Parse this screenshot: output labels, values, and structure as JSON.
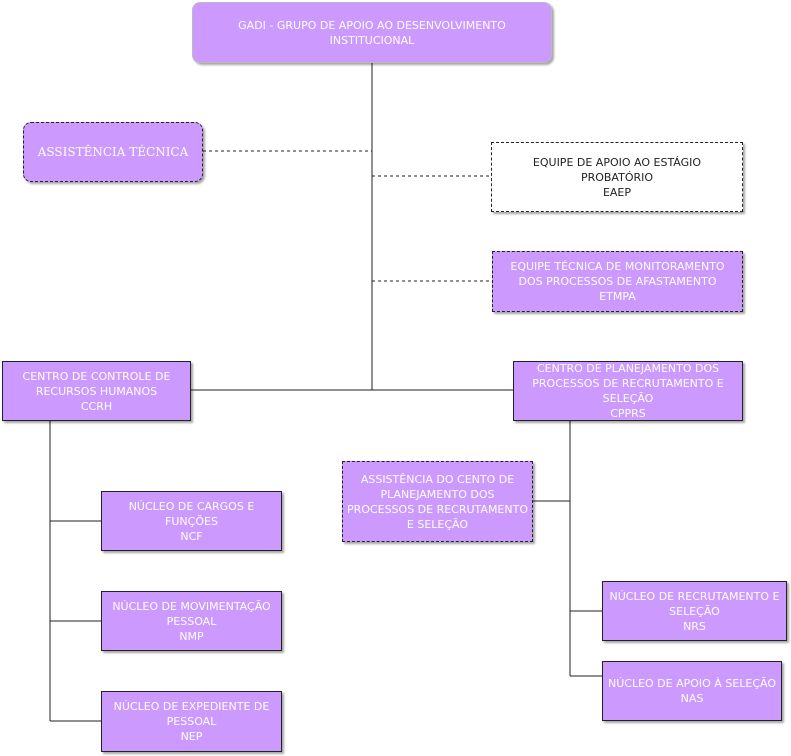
{
  "diagram": {
    "colors": {
      "box_fill": "#cc99ff",
      "box_text": "#ffffff",
      "line": "#222222"
    },
    "nodes": {
      "gadi": "GADI - GRUPO DE APOIO AO DESENVOLVIMENTO\nINSTITUCIONAL",
      "assistencia_tecnica": "ASSISTÊNCIA TÉCNICA",
      "eaep": "EQUIPE DE APOIO AO ESTÁGIO\nPROBATÓRIO\nEAEP",
      "etmpa": "EQUIPE TÉCNICA DE MONITORAMENTO\nDOS PROCESSOS DE AFASTAMENTO\nETMPA",
      "ccrh": "CENTRO DE CONTROLE DE\nRECURSOS HUMANOS\nCCRH",
      "cpprs": "CENTRO DE PLANEJAMENTO DOS\nPROCESSOS DE RECRUTAMENTO E\nSELEÇÃO\nCPPRS",
      "assistencia_cpprs": "ASSISTÊNCIA DO CENTO DE\nPLANEJAMENTO DOS\nPROCESSOS DE RECRUTAMENTO\nE SELEÇÃO",
      "ncf": "NÚCLEO DE CARGOS E\nFUNÇÕES\nNCF",
      "nmp": "NÚCLEO DE MOVIMENTAÇÃO\nPESSOAL\nNMP",
      "nep": "NÚCLEO DE EXPEDIENTE DE\nPESSOAL\nNEP",
      "nrs": "NÚCLEO DE RECRUTAMENTO E\nSELEÇÃO\nNRS",
      "nas": "NÚCLEO DE APOIO À SELEÇÃO\nNAS"
    }
  }
}
